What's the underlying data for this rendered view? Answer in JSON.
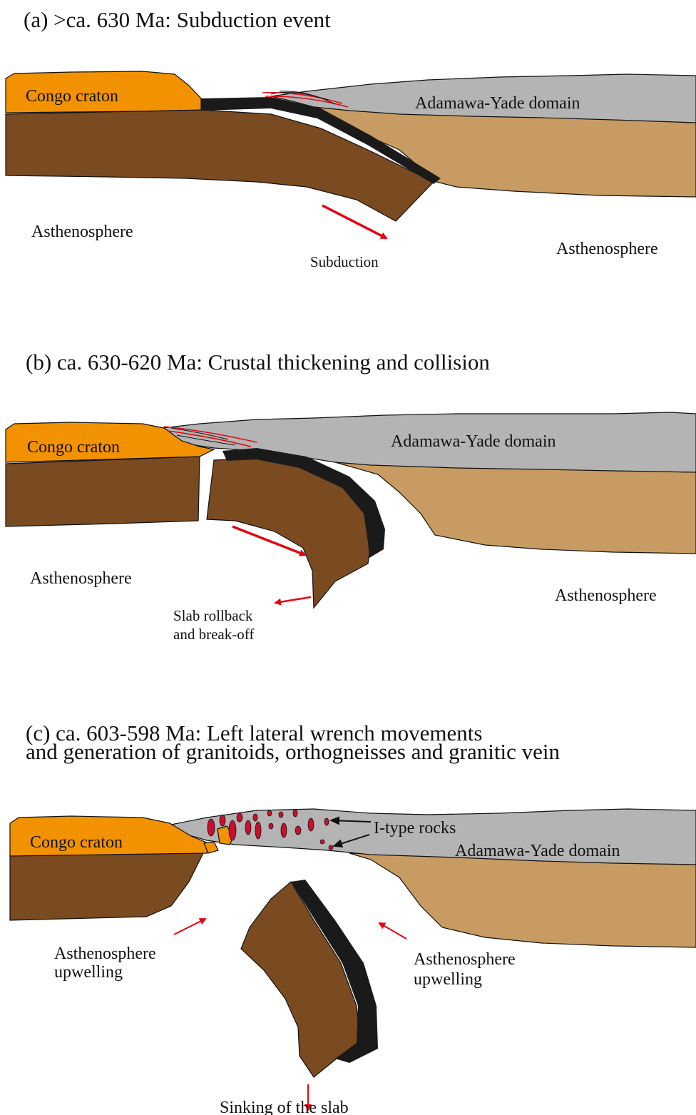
{
  "colors": {
    "craton": "#F39200",
    "lithosphere_dark": "#7A4A20",
    "lithosphere_light": "#C89B63",
    "crust_grey": "#B4B4B4",
    "oceanic_black": "#1A1A1A",
    "arrow_red": "#E30613",
    "pluton_red": "#C8102E"
  },
  "panel_a": {
    "title": "(a) >ca. 630 Ma: Subduction event",
    "craton": "Congo craton",
    "domain": "Adamawa-Yade domain",
    "asthenosphere_left": "Asthenosphere",
    "asthenosphere_right": "Asthenosphere",
    "process": "Subduction"
  },
  "panel_b": {
    "title": "(b) ca. 630-620 Ma:  Crustal thickening and collision",
    "craton": "Congo craton",
    "domain": "Adamawa-Yade domain",
    "asthenosphere_left": "Asthenosphere",
    "asthenosphere_right": "Asthenosphere",
    "process_line1": "Slab rollback",
    "process_line2": "and break-off"
  },
  "panel_c": {
    "title_line1": "(c) ca. 603-598 Ma:  Left lateral wrench movements",
    "title_line2": "and generation of granitoids, orthogneisses and granitic vein",
    "craton": "Congo craton",
    "domain": "Adamawa-Yade domain",
    "rocks": "I-type rocks",
    "upwelling_left_line1": "Asthenosphere",
    "upwelling_left_line2": "upwelling",
    "upwelling_right_line1": "Asthenosphere",
    "upwelling_right_line2": "upwelling",
    "sinking": "Sinking of the slab"
  }
}
